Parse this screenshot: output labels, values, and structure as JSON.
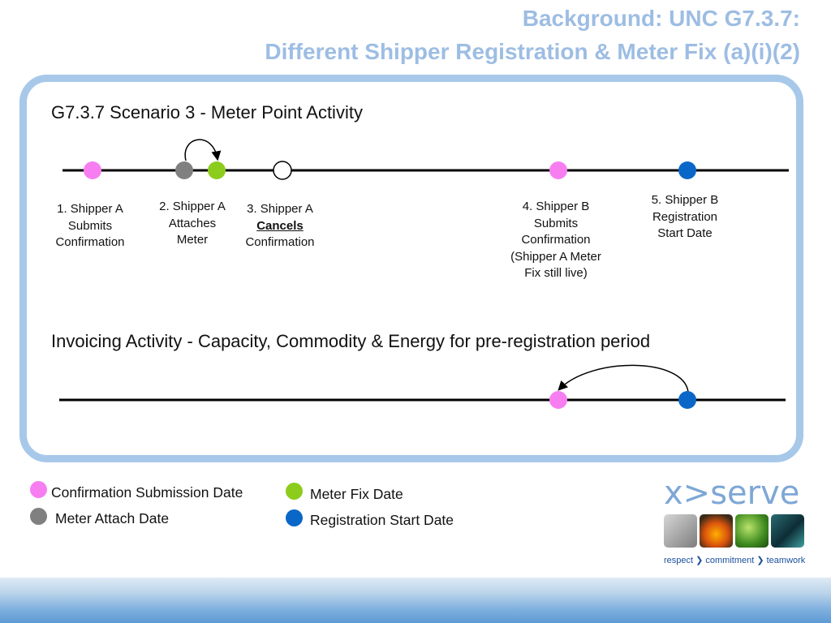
{
  "title": {
    "line1": "Background: UNC G7.3.7:",
    "line2": "Different Shipper Registration & Meter Fix (a)(i)(2)"
  },
  "scenario": {
    "heading": "G7.3.7 Scenario 3 - Meter Point Activity",
    "events": [
      {
        "lines": [
          "1. Shipper A",
          "Submits",
          "Confirmation"
        ],
        "color": "#f77ef0"
      },
      {
        "lines": [
          "2. Shipper A",
          "Attaches",
          "Meter"
        ],
        "color": "#808080"
      },
      {
        "lines": [
          "3. Shipper A",
          "Cancels",
          "Confirmation"
        ],
        "color": "#ffffff",
        "emphasis": "Cancels"
      },
      {
        "lines": [
          "4. Shipper B",
          "Submits",
          "Confirmation",
          "(Shipper A Meter",
          "Fix still live)"
        ],
        "color": "#f77ef0"
      },
      {
        "lines": [
          "5. Shipper B",
          "Registration",
          "Start Date"
        ],
        "color": "#0a67c8"
      }
    ],
    "meter_fix_color": "#8ccc1c"
  },
  "invoicing": {
    "heading": "Invoicing Activity - Capacity, Commodity & Energy for pre-registration period"
  },
  "legend": [
    {
      "label": "Confirmation Submission Date",
      "color": "#f77ef0"
    },
    {
      "label": "Meter Attach Date",
      "color": "#808080"
    },
    {
      "label": "Meter Fix Date",
      "color": "#8ccc1c"
    },
    {
      "label": "Registration Start Date",
      "color": "#0a67c8"
    }
  ],
  "logo": {
    "word": "x>serve",
    "tagline": "respect ❯ commitment ❯ teamwork"
  }
}
